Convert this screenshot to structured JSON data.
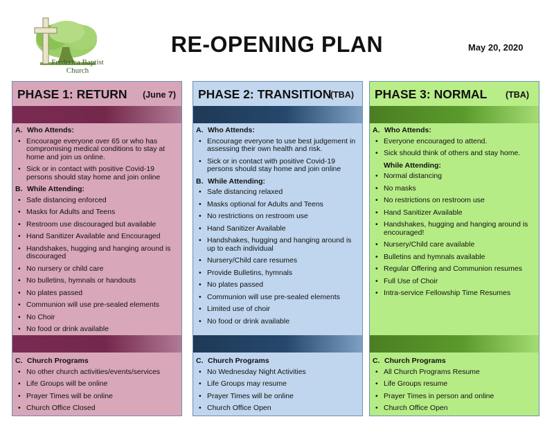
{
  "logo": {
    "line1": "Frederica Baptist",
    "line2": "Church"
  },
  "title": "RE-OPENING PLAN",
  "date": "May 20, 2020",
  "phases": [
    {
      "title": "PHASE 1: RETURN",
      "date": "(June 7)",
      "a_letter": "A.",
      "a_heading": "Who Attends:",
      "a_items": [
        "Encourage everyone over 65 or who has compromising medical conditions to stay at home and join us online.",
        "Sick or in contact with positive Covid-19 persons should stay home and join online"
      ],
      "b_letter": "B.",
      "b_heading": "While Attending:",
      "b_items": [
        "Safe distancing enforced",
        "Masks for Adults and Teens",
        "Restroom use discouraged but available",
        "Hand Sanitizer Available and Encouraged",
        "Handshakes, hugging and hanging around is discouraged",
        "No nursery or child care",
        "No bulletins, hymnals or handouts",
        "No plates passed",
        "Communion will use pre-sealed elements",
        "No Choir",
        "No food or drink available"
      ],
      "c_letter": "C.",
      "c_heading": "Church Programs",
      "c_items": [
        "No other church activities/events/services",
        "Life Groups will be online",
        "Prayer Times will be online",
        "Church Office Closed"
      ]
    },
    {
      "title": "PHASE 2: TRANSITION",
      "date": "(TBA)",
      "a_letter": "A.",
      "a_heading": "Who Attends:",
      "a_items": [
        "Encourage everyone to use best judgement in assessing their own health and risk.",
        "Sick or in contact with positive Covid-19 persons should stay home and join online"
      ],
      "b_letter": "B.",
      "b_heading": "While Attending:",
      "b_items": [
        "Safe distancing relaxed",
        "Masks optional for Adults and Teens",
        "No restrictions on restroom use",
        "Hand Sanitizer Available",
        "Handshakes, hugging and hanging around is up to each individual",
        "Nursery/Child care resumes",
        "Provide Bulletins, hymnals",
        "No plates passed",
        "Communion will use pre-sealed elements",
        "Limited use of choir",
        "No food or drink available"
      ],
      "c_letter": "C.",
      "c_heading": "Church Programs",
      "c_items": [
        "No Wednesday Night Activities",
        "Life Groups may resume",
        "Prayer Times will be online",
        "Church Office Open"
      ]
    },
    {
      "title": "PHASE 3: NORMAL",
      "date": "(TBA)",
      "a_letter": "A.",
      "a_heading": "Who Attends:",
      "a_items": [
        "Everyone encouraged to attend.",
        "Sick should think of others and stay home."
      ],
      "b_heading": "While Attending:",
      "b_items": [
        "Normal distancing",
        "No masks",
        "No restrictions on restroom use",
        "Hand Sanitizer Available",
        "Handshakes, hugging and hanging around is encouraged!",
        "Nursery/Child care available",
        "Bulletins and hymnals available",
        "Regular Offering and Communion resumes",
        "Full Use of Choir",
        "Intra-service Fellowship Time Resumes"
      ],
      "c_letter": "C.",
      "c_heading": "Church Programs",
      "c_items": [
        "All Church Programs Resume",
        "Life Groups resume",
        "Prayer Times in person and online",
        "Church Office Open"
      ]
    }
  ]
}
